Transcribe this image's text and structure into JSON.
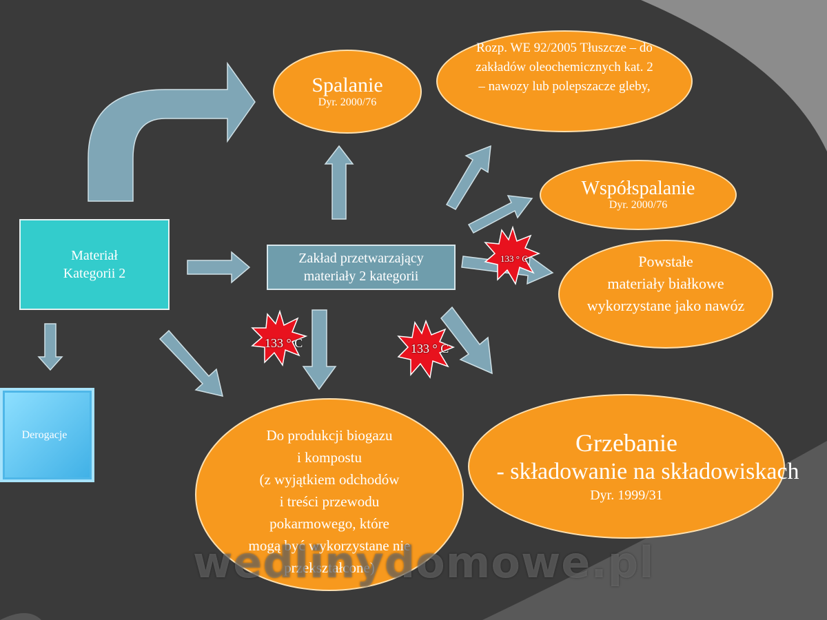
{
  "nodes": {
    "material": {
      "line1": "Materiał",
      "line2": "Kategorii 2"
    },
    "plant": {
      "line1": "Zakład przetwarzający",
      "line2": "materiały 2 kategorii"
    },
    "derogation": {
      "label": "Derogacje"
    },
    "spalanie": {
      "title": "Spalanie",
      "sub": "Dyr. 2000/76"
    },
    "rozp": {
      "line1": "Rozp. WE 92/2005 Tłuszcze – do",
      "line2": "zakładów oleochemicznych kat. 2",
      "line3": "– nawozy lub polepszacze gleby,"
    },
    "wspol": {
      "title": "Współspalanie",
      "sub": "Dyr. 2000/76"
    },
    "powstale": {
      "line1": "Powstałe",
      "line2": "materiały białkowe",
      "line3": "wykorzystane jako nawóz"
    },
    "biogaz": {
      "lines": [
        "Do produkcji biogazu",
        "i kompostu",
        "(z wyjątkiem odchodów",
        "i treści przewodu",
        "pokarmowego, które",
        "mogą być  wykorzystane nie",
        "przekształcone)"
      ]
    },
    "grzebanie": {
      "title": "Grzebanie",
      "line2": "- składowanie na składowiskach",
      "sub": "Dyr. 1999/31"
    }
  },
  "bursts": {
    "left": "133 ° C",
    "middle": "133 ° C",
    "right": "133 ° C"
  },
  "watermark": "wedlinydomowe.pl",
  "colors": {
    "background": "#3a3a3a",
    "ellipse_fill": "#f7991e",
    "arrow_fill": "#7fa6b6",
    "material_box": "#33cccc",
    "plant_box": "#6f9dac",
    "derogation_box": "#5ec2ee",
    "burst_fill": "#e8121e"
  }
}
